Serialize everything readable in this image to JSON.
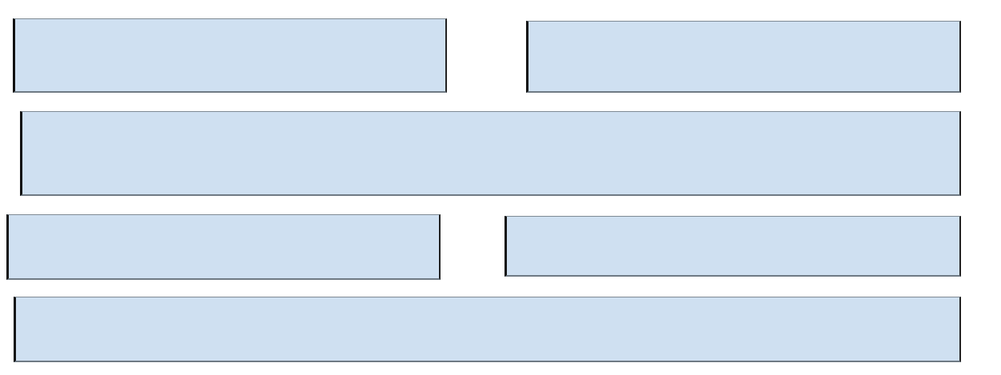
{
  "colors": {
    "box_fill": "#cfe0f1",
    "box_side_border": "#111111",
    "box_edge_border": "#7f8a94"
  },
  "boxes": [
    {
      "id": "top-left"
    },
    {
      "id": "top-right"
    },
    {
      "id": "middle-wide"
    },
    {
      "id": "lower-left"
    },
    {
      "id": "lower-right"
    },
    {
      "id": "bottom-wide"
    }
  ]
}
